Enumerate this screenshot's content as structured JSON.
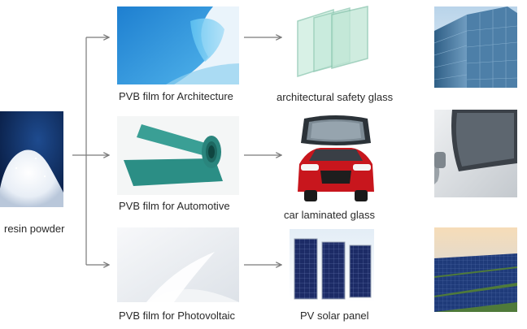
{
  "source": {
    "label": "resin powder"
  },
  "films": [
    {
      "label": "PVB film for Architecture",
      "image": "blue-film-roll"
    },
    {
      "label": "PVB film for Automotive",
      "image": "teal-film-roll"
    },
    {
      "label": "PVB film for Photovoltaic",
      "image": "white-film-sheet"
    }
  ],
  "products": [
    {
      "label": "architectural safety glass",
      "image": "glass-panes"
    },
    {
      "label": "car laminated glass",
      "image": "red-car-windshield"
    },
    {
      "label": "PV solar panel",
      "image": "solar-panels"
    }
  ],
  "applications": [
    {
      "image": "glass-building"
    },
    {
      "image": "car-windshield-closeup"
    },
    {
      "image": "solar-farm"
    }
  ],
  "colors": {
    "arrow": "#7a7a7a",
    "film_blue": "#2a8fd6",
    "film_teal": "#2a8f86",
    "car_red": "#c8161d"
  }
}
